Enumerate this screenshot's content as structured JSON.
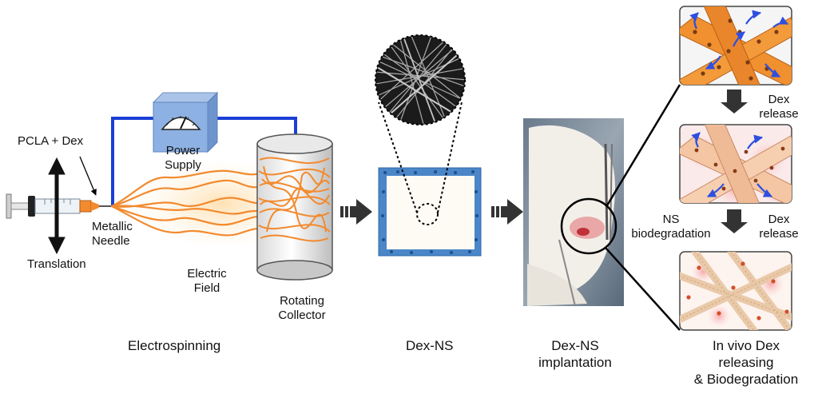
{
  "labels": {
    "pcla_dex": "PCLA + Dex",
    "power_supply_line1": "Power",
    "power_supply_line2": "Supply",
    "metallic_needle_line1": "Metallic",
    "metallic_needle_line2": "Needle",
    "translation": "Translation",
    "electric_field_line1": "Electric",
    "electric_field_line2": "Field",
    "rotating_collector_line1": "Rotating",
    "rotating_collector_line2": "Collector",
    "electrospinning": "Electrospinning",
    "dex_ns": "Dex-NS",
    "dex_ns_implantation_line1": "Dex-NS",
    "dex_ns_implantation_line2": "implantation",
    "dex_release_1_line1": "Dex",
    "dex_release_1_line2": "release",
    "ns_biodegradation_line1": "NS",
    "ns_biodegradation_line2": "biodegradation",
    "dex_release_2_line1": "Dex",
    "dex_release_2_line2": "release",
    "in_vivo_line1": "In vivo Dex",
    "in_vivo_line2": "releasing",
    "in_vivo_line3": "& Biodegradation"
  },
  "colors": {
    "fiber_orange": "#f28a2e",
    "wire_blue": "#1a3fd6",
    "sheet_blue": "#4a86c8",
    "arrow_dark": "#333333",
    "release_arrow": "#2e4fe0"
  }
}
